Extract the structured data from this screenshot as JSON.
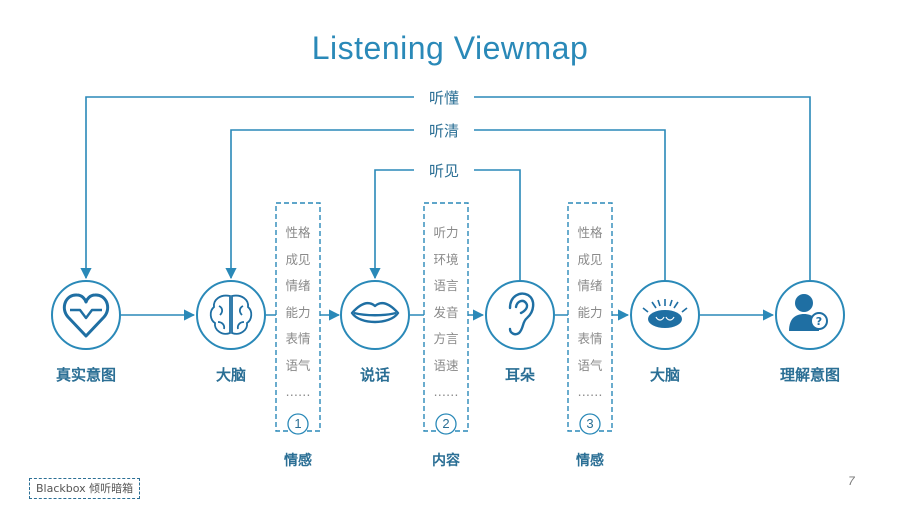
{
  "title": "Listening Viewmap",
  "loops": {
    "outer": "听懂",
    "middle": "听清",
    "inner": "听见"
  },
  "nodes": [
    {
      "label": "真实意图",
      "icon": "heart-icon"
    },
    {
      "label": "大脑",
      "icon": "brain-icon"
    },
    {
      "label": "说话",
      "icon": "lips-icon"
    },
    {
      "label": "耳朵",
      "icon": "ear-icon"
    },
    {
      "label": "大脑",
      "icon": "brain-active-icon"
    },
    {
      "label": "理解意图",
      "icon": "person-question-icon"
    }
  ],
  "boxes": [
    {
      "number": "1",
      "label": "情感",
      "items": [
        "性格",
        "成见",
        "情绪",
        "能力",
        "表情",
        "语气",
        "……"
      ]
    },
    {
      "number": "2",
      "label": "内容",
      "items": [
        "听力",
        "环境",
        "语言",
        "发音",
        "方言",
        "语速",
        "……"
      ]
    },
    {
      "number": "3",
      "label": "情感",
      "items": [
        "性格",
        "成见",
        "情绪",
        "能力",
        "表情",
        "语气",
        "……"
      ]
    }
  ],
  "footer": {
    "tag": "Blackbox 倾听暗箱",
    "page": "7"
  },
  "colors": {
    "line": "#2a89b8",
    "label": "#2b6f95",
    "icon_fill": "#1f6fa3"
  }
}
